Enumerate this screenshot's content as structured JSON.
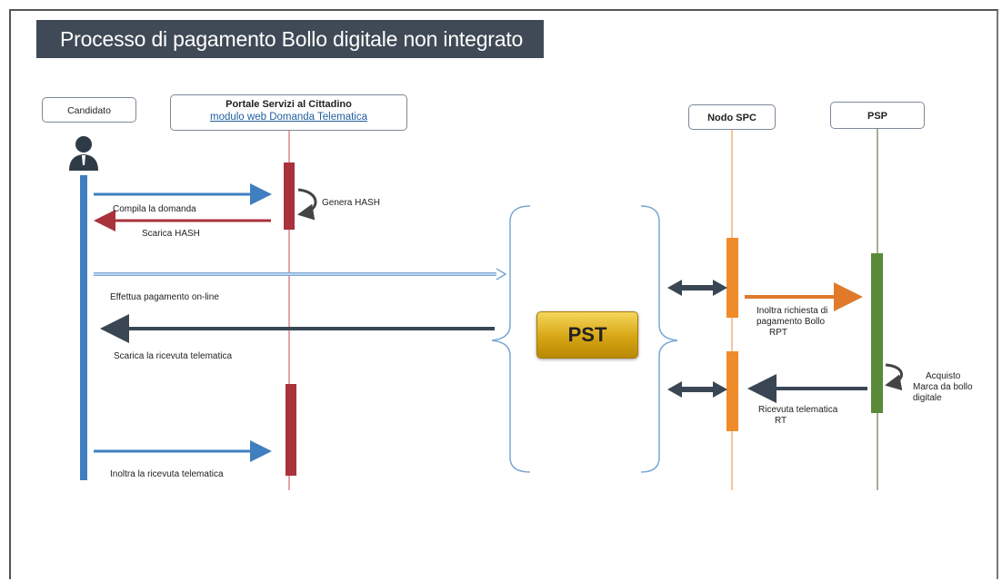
{
  "title": "Processo di pagamento Bollo digitale non integrato",
  "participants": {
    "candidato": "Candidato",
    "portale_line1": "Portale Servizi al Cittadino",
    "portale_line2": "modulo web Domanda Telematica",
    "nodo": "Nodo SPC",
    "psp": "PSP"
  },
  "pst_label": "PST",
  "messages": {
    "compila": "Compila la domanda",
    "genera": "Genera HASH",
    "scarica_hash": "Scarica HASH",
    "effettua": "Effettua pagamento on-line",
    "scarica_ricevuta": "Scarica la ricevuta telematica",
    "inoltra_ricevuta": "Inoltra la ricevuta telematica",
    "inoltra_richiesta_1": "Inoltra richiesta di",
    "inoltra_richiesta_2": "pagamento  Bollo",
    "inoltra_richiesta_3": "RPT",
    "acquisto_1": "Acquisto",
    "acquisto_2": "Marca da bollo",
    "acquisto_3": "digitale",
    "ricevuta_rt_1": "Ricevuta telematica",
    "ricevuta_rt_2": "RT"
  },
  "colors": {
    "title_bg": "#404a56",
    "candidato_line": "#3f7fc0",
    "portale_activation": "#a9323b",
    "nodo_activation": "#f08b2a",
    "psp_activation": "#5a8a3a",
    "dark_arrow": "#3a4654"
  }
}
